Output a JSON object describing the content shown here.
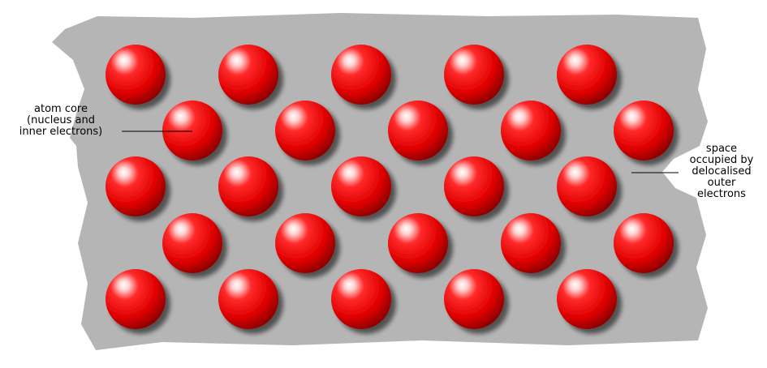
{
  "diagram": {
    "labels": {
      "atom_core": "atom core\n(nucleus and\ninner electrons)",
      "electron_sea": "space\noccupied by\ndelocalised\nouter\nelectrons"
    },
    "colors": {
      "electron_sea": "#b5b5b5",
      "atom_core": "#ee0000",
      "atom_core_highlight": "#ffffff",
      "atom_core_dark": "#7a0000",
      "leader_line": "#000000"
    },
    "lattice": {
      "rows": 5,
      "atoms_per_row": [
        5,
        5,
        5,
        5,
        5
      ]
    }
  }
}
